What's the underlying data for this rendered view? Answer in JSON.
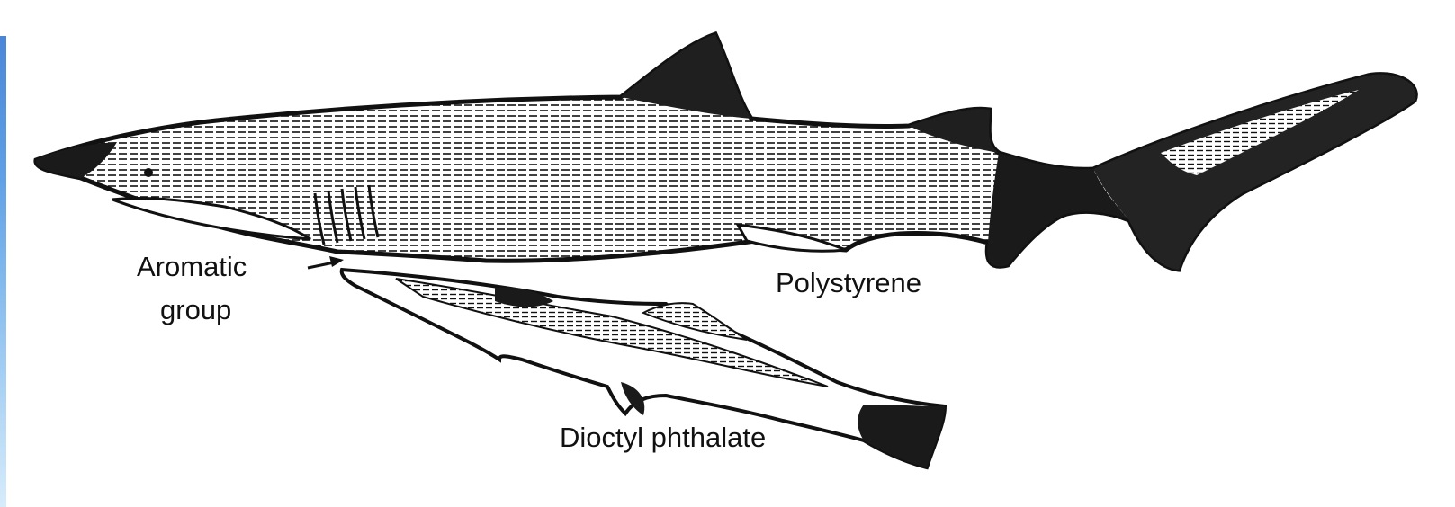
{
  "labels": {
    "aromatic_line1": "Aromatic",
    "aromatic_line2": "group",
    "polystyrene": "Polystyrene",
    "dioctyl_phthalate": "Dioctyl phthalate"
  },
  "colors": {
    "ink": "#111111",
    "paper": "#ffffff",
    "edge_strip": "#5fa0e6"
  }
}
